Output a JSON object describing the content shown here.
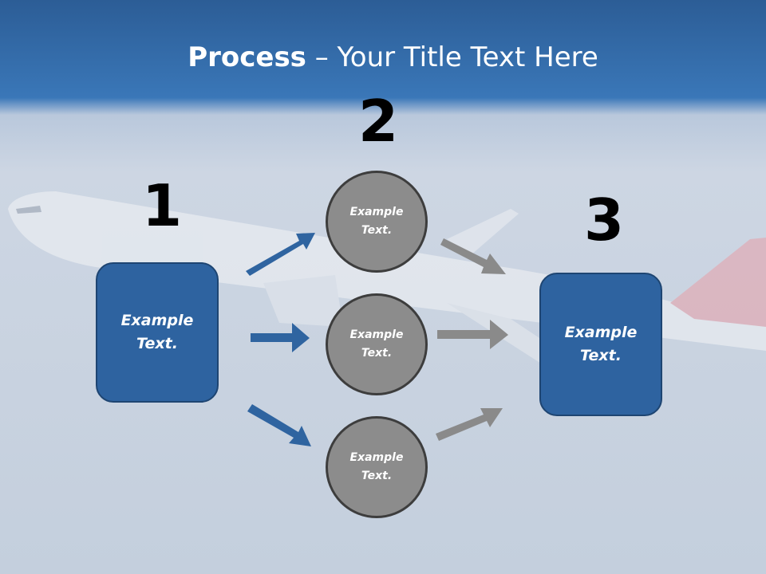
{
  "title": {
    "bold": "Process",
    "rest": " – Your Title Text Here"
  },
  "steps": {
    "one": "1",
    "two": "2",
    "three": "3"
  },
  "left_box": {
    "text": "Example Text."
  },
  "right_box": {
    "text": "Example Text."
  },
  "circles": [
    {
      "text": "Example Text."
    },
    {
      "text": "Example Text."
    },
    {
      "text": "Example Text."
    }
  ],
  "colors": {
    "box": "#2e63a0",
    "circle": "#8c8c8c",
    "blue_arrow": "#2f64a0",
    "gray_arrow": "#8a8a8a",
    "header": "#2f63a0"
  }
}
